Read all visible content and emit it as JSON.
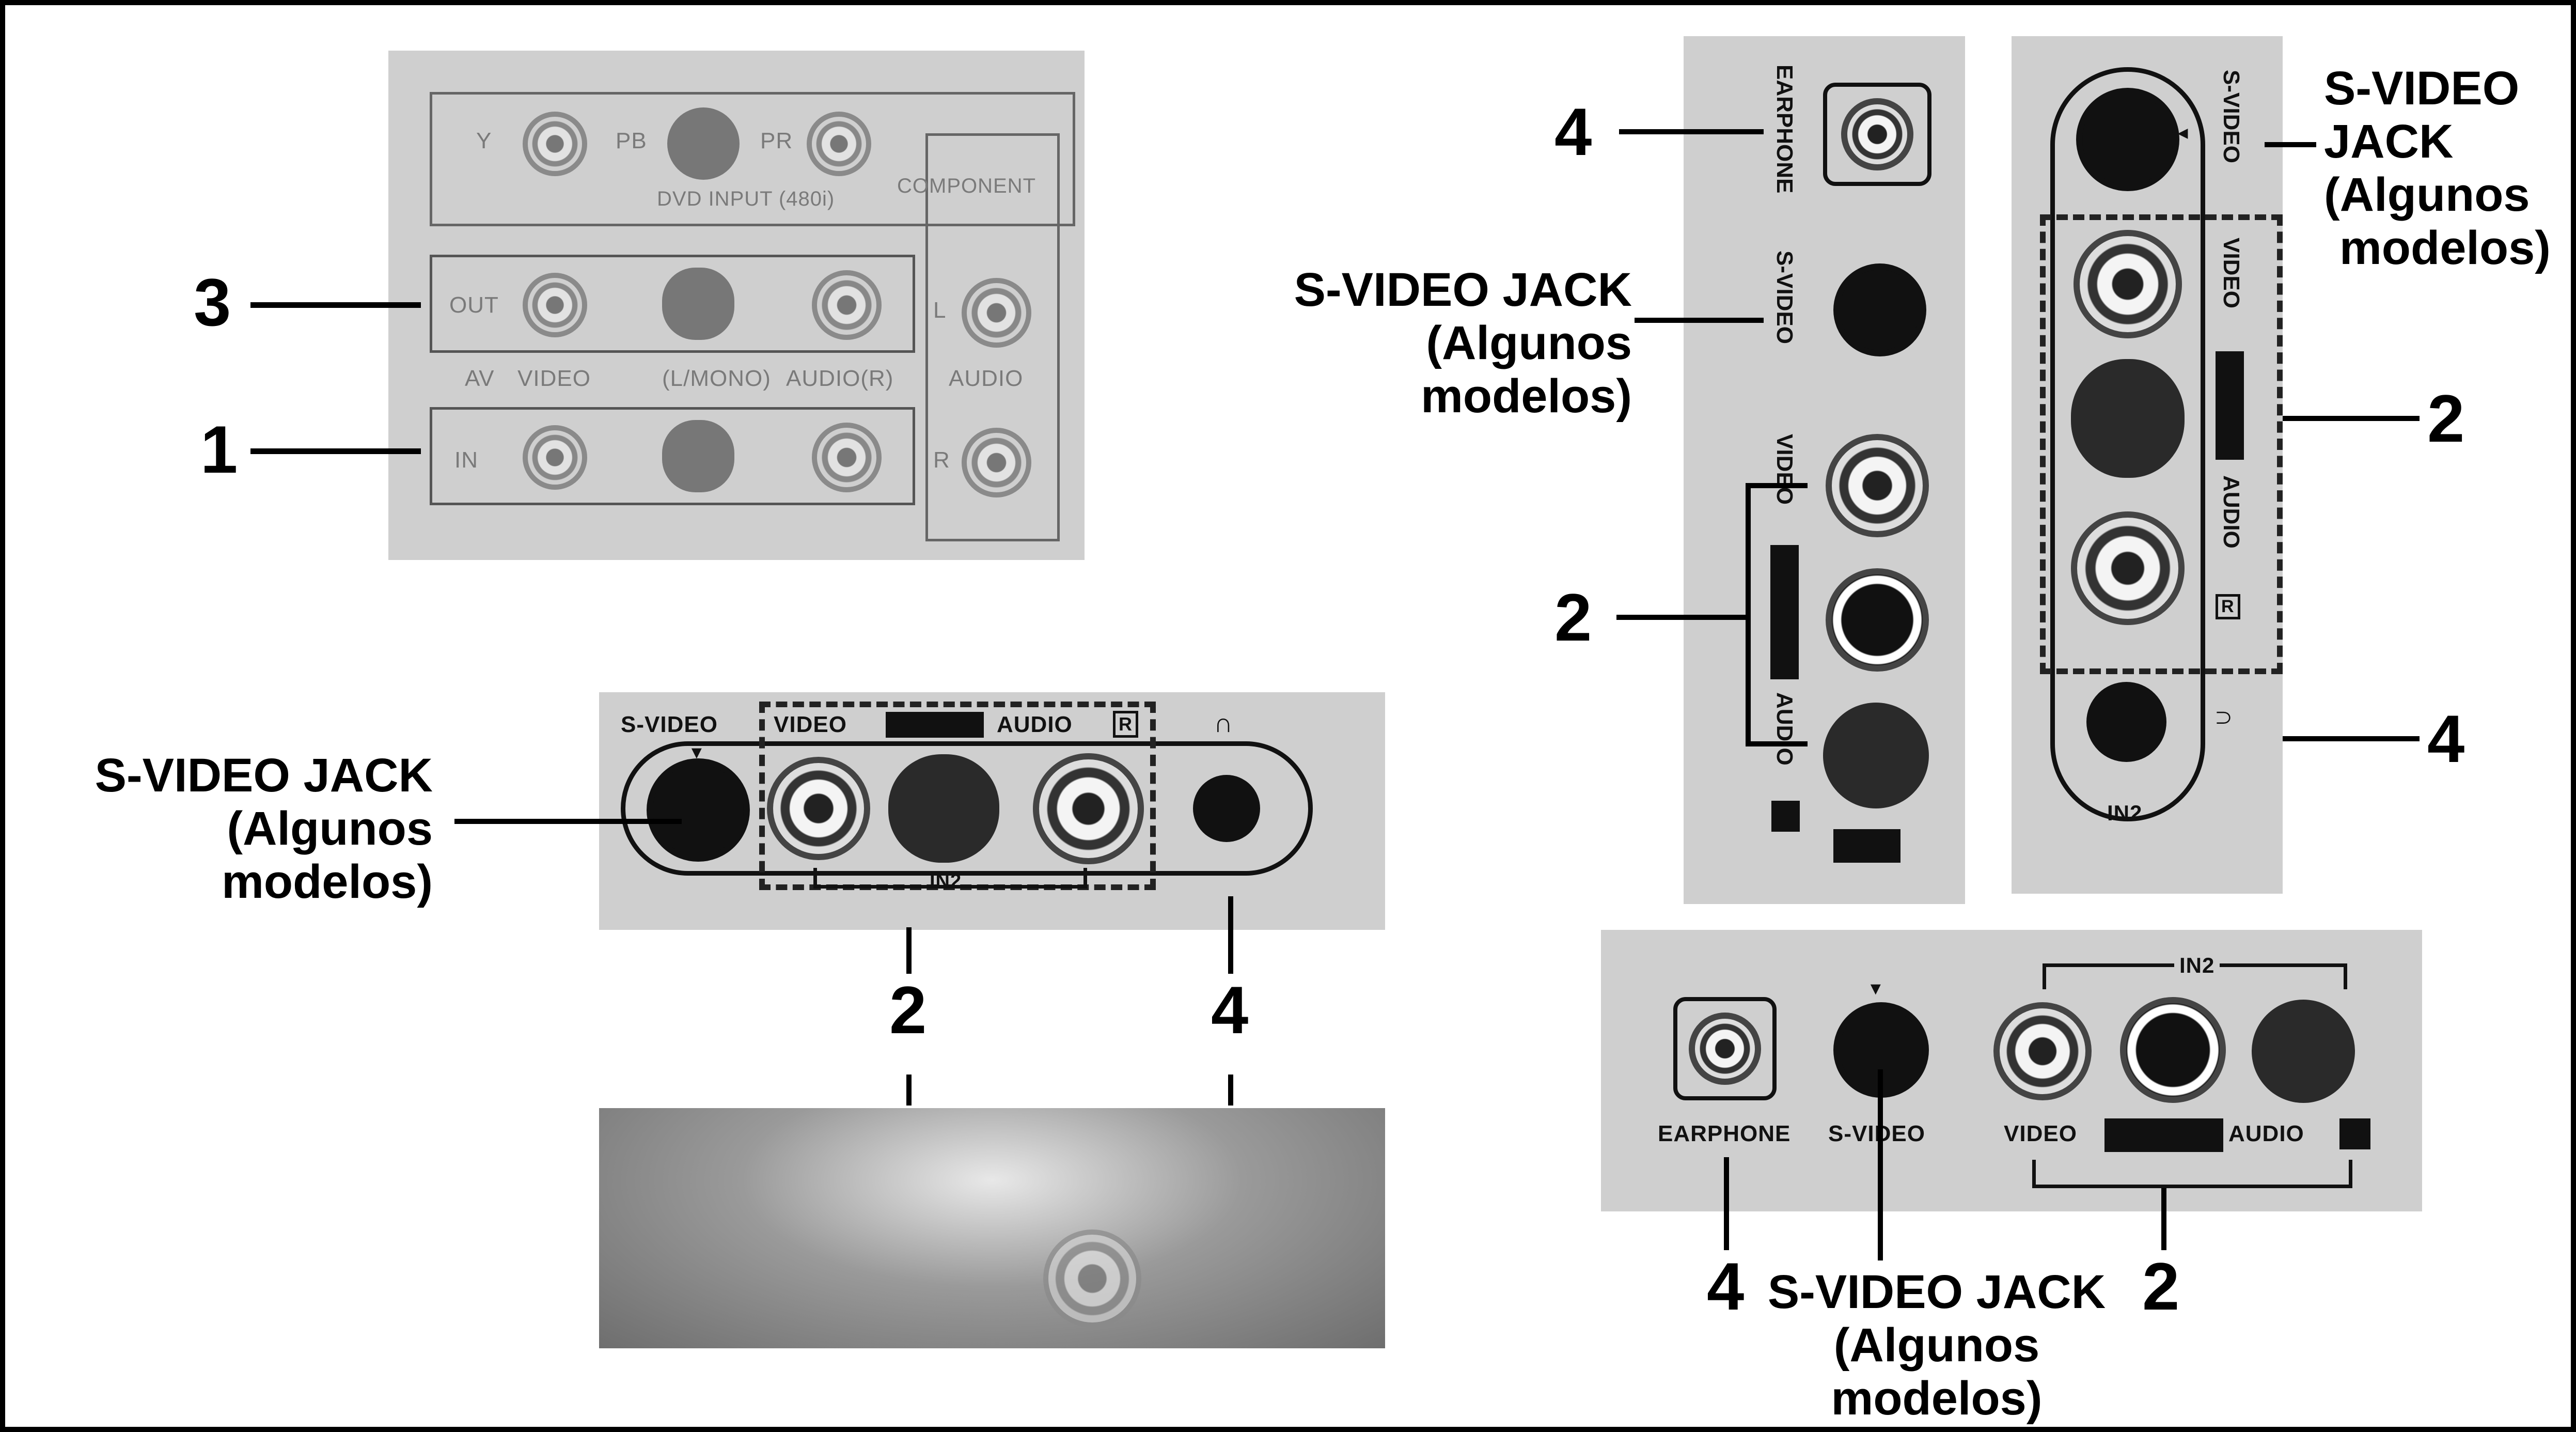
{
  "callouts": {
    "one": "1",
    "two": "2",
    "three": "3",
    "four": "4"
  },
  "captions": {
    "svideo_jack": "S-VIDEO JACK",
    "svideo": "S-VIDEO",
    "jack": "JACK",
    "algunos": "(Algunos",
    "modelos": "modelos)"
  },
  "panel_top_left": {
    "y": "Y",
    "pb": "PB",
    "pr": "PR",
    "dvd_input": "DVD INPUT (480i)",
    "component": "COMPONENT",
    "out": "OUT",
    "in": "IN",
    "av": "AV",
    "video": "VIDEO",
    "l_mono": "(L/MONO)",
    "audio_r": "AUDIO(R)",
    "audio": "AUDIO",
    "l": "L",
    "r": "R"
  },
  "panel_bottom_left": {
    "svideo": "S-VIDEO",
    "video": "VIDEO",
    "audio": "AUDIO",
    "r_mark": "R",
    "in2": "IN2"
  },
  "panel_right_a": {
    "earphone": "EARPHONE",
    "svideo": "S-VIDEO",
    "video": "VIDEO",
    "audio": "AUDIO"
  },
  "panel_right_b": {
    "svideo": "S-VIDEO",
    "video": "VIDEO",
    "audio": "AUDIO",
    "r_mark": "R",
    "in2": "IN2"
  },
  "panel_bottom_right": {
    "earphone": "EARPHONE",
    "svideo": "S-VIDEO",
    "video": "VIDEO",
    "audio": "AUDIO",
    "in2": "IN2"
  },
  "icons": [
    "headphone-icon",
    "triangle-marker-icon"
  ]
}
